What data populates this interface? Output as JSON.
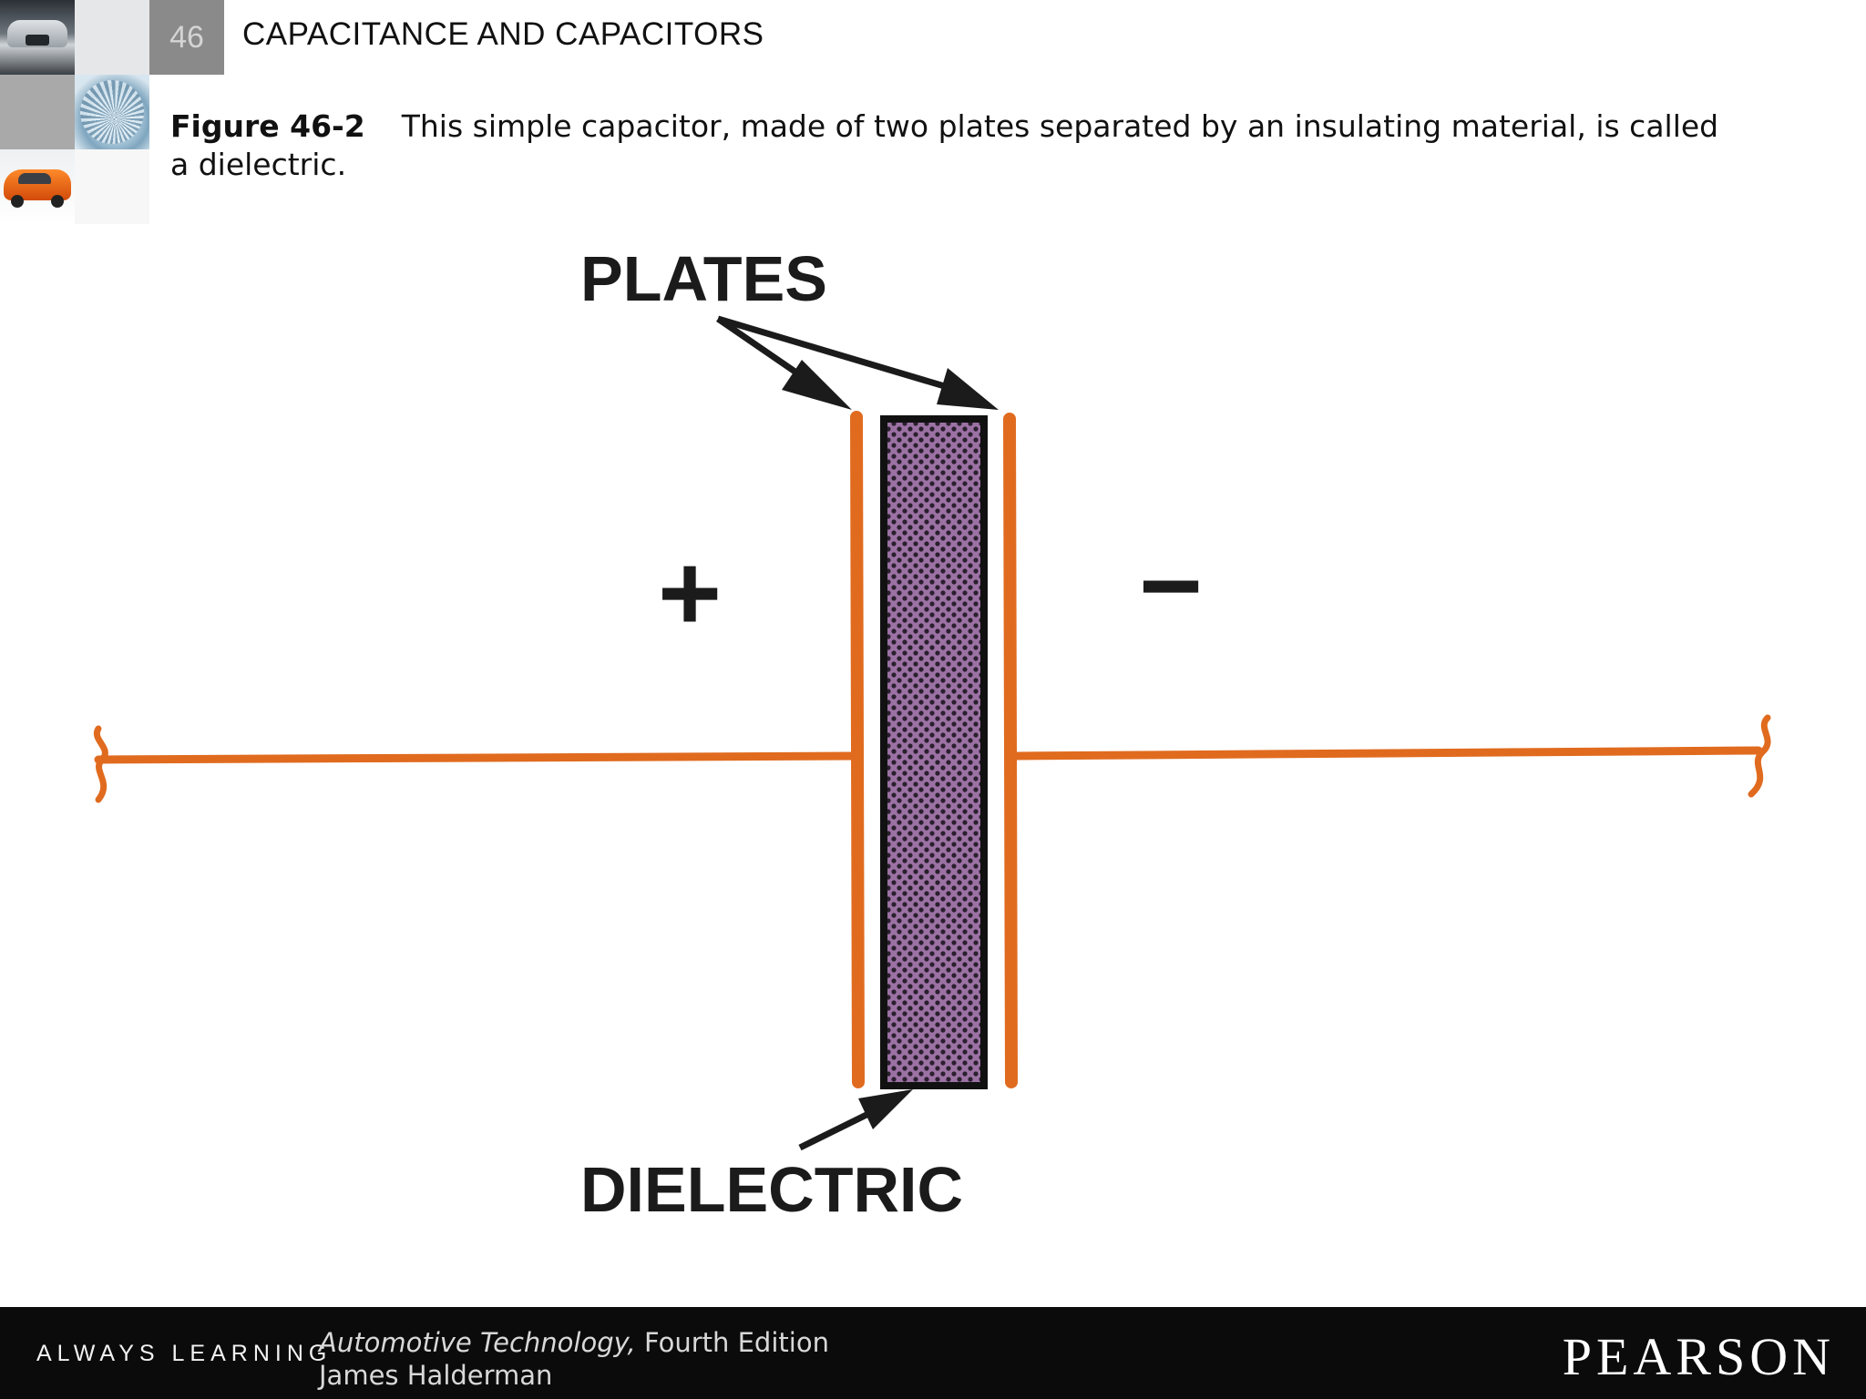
{
  "header": {
    "slide_number": "46",
    "chapter_title": "CAPACITANCE AND CAPACITORS"
  },
  "caption": {
    "figure_label": "Figure 46-2",
    "text": "This simple capacitor, made of two plates separated by an insulating material, is called a dielectric."
  },
  "diagram": {
    "labels": {
      "plates": "PLATES",
      "dielectric": "DIELECTRIC",
      "positive": "+",
      "negative": "−"
    },
    "colors": {
      "plate": "#e06b1f",
      "wire": "#e06b1f",
      "dielectric_fill": "#9b72a3",
      "dielectric_dots": "#2a1f2e",
      "arrow": "#1b1b1b"
    }
  },
  "footer": {
    "always_learning": "ALWAYS LEARNING",
    "book_title": "Automotive Technology,",
    "edition": " Fourth Edition",
    "author": "James Halderman",
    "publisher": "PEARSON"
  }
}
